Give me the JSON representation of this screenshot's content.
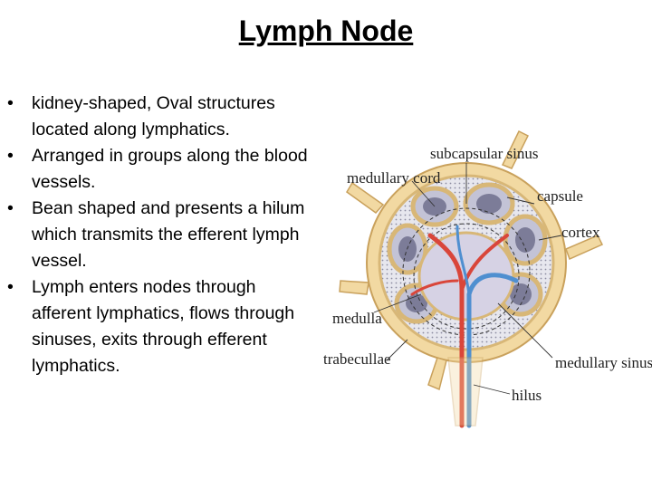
{
  "slide": {
    "title": " Lymph Node",
    "bullets": [
      "kidney-shaped, Oval structures located along lymphatics.",
      "Arranged in groups along the blood vessels.",
      "Bean shaped and presents a hilum which transmits the efferent lymph vessel.",
      "Lymph enters nodes through afferent lymphatics, flows through sinuses, exits through efferent lymphatics."
    ]
  },
  "diagram": {
    "labels": {
      "subcapsular_sinus": "subcapsular sinus",
      "medullary_cord": "medullary cord",
      "capsule": "capsule",
      "cortex": "cortex",
      "medulla": "medulla",
      "trabeculae": "trabecullae",
      "medullary_sinus": "medullary sinus",
      "hilus": "hilus"
    }
  }
}
